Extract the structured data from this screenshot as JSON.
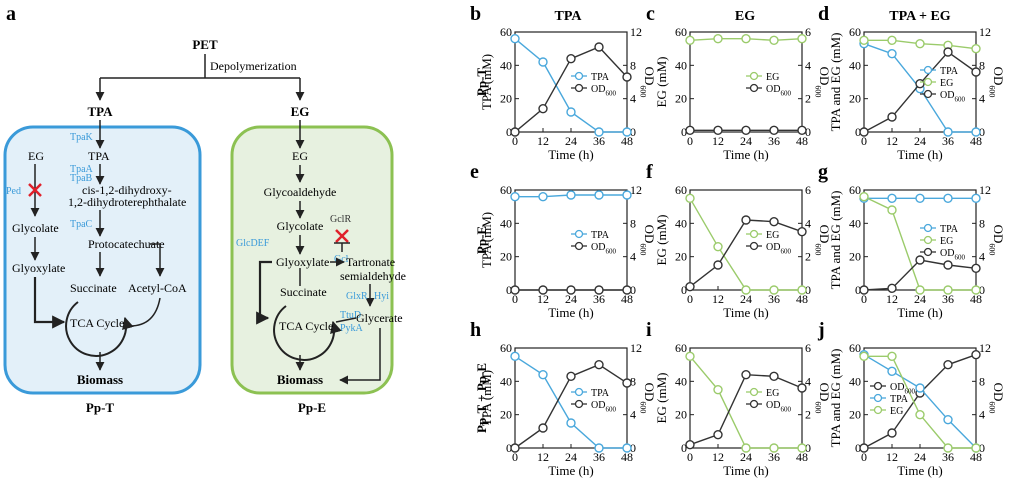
{
  "panel_letters": {
    "a": "a",
    "b": "b",
    "c": "c",
    "d": "d",
    "e": "e",
    "f": "f",
    "g": "g",
    "h": "h",
    "i": "i",
    "j": "j"
  },
  "column_titles": {
    "b": "TPA",
    "c": "EG",
    "d": "TPA + EG"
  },
  "row_titles": {
    "r1": "Pp-T",
    "r2": "Pp-E",
    "r3": "Pp-T + Pp-E"
  },
  "colors": {
    "tpa": "#4AA8DC",
    "eg": "#9BCB6B",
    "od": "#333333",
    "ptBox": "#E3F0F9",
    "ptBorder": "#3A9AD9",
    "peBox": "#E7F1E0",
    "peBorder": "#8CC152",
    "enzyme": "#3A9AD9",
    "knockout": "#E0202A"
  },
  "pathway": {
    "pet": "PET",
    "depolymerization": "Depolymerization",
    "tpa_head": "TPA",
    "eg_head": "EG",
    "pt": {
      "tpak": "TpaK",
      "eg": "EG",
      "tpa": "TPA",
      "tpaa": "TpaA",
      "tpab": "TpaB",
      "ped": "Ped",
      "dihydroxy1": "cis-1,2-dihydroxy-",
      "dihydroxy2": "1,2-dihydroterephthalate",
      "tpac": "TpaC",
      "glycolate": "Glycolate",
      "protocatechuate": "Protocatechuate",
      "glyoxylate": "Glyoxylate",
      "succinate": "Succinate",
      "acetylcoa": "Acetyl-CoA",
      "tca": "TCA Cycle",
      "biomass": "Biomass",
      "label": "Pp-T"
    },
    "pe": {
      "eg": "EG",
      "glycoaldehyde": "Glycoaldehyde",
      "glycolate": "Glycolate",
      "gclr": "GclR",
      "glcdef": "GlcDEF",
      "gcl": "Gcl",
      "glyoxylate": "Glyoxylate",
      "tartronate1": "Tartronate",
      "tartronate2": "semialdehyde",
      "succinate": "Succinate",
      "glxr": "GlxR",
      "hyi": "Hyi",
      "ttud": "TtuD",
      "pyka": "PykA",
      "glycerate": "Glycerate",
      "tca": "TCA Cycle",
      "biomass": "Biomass",
      "label": "Pp-E"
    }
  },
  "chart_data": [
    {
      "id": "b",
      "type": "line",
      "xlabel": "Time (h)",
      "ylabel": "TPA (mM)",
      "y2label": "OD600",
      "x": [
        0,
        12,
        24,
        36,
        48
      ],
      "xlim": [
        0,
        48
      ],
      "ylim": [
        0,
        60
      ],
      "y2lim": [
        0,
        12
      ],
      "yticks": [
        0,
        20,
        40,
        60
      ],
      "y2ticks": [
        0,
        4,
        8,
        12
      ],
      "series": [
        {
          "name": "TPA",
          "axis": "left",
          "color": "tpa",
          "x": [
            0,
            12,
            24,
            36,
            48
          ],
          "y": [
            56,
            42,
            12,
            0,
            0
          ]
        },
        {
          "name": "OD600",
          "axis": "right",
          "color": "od",
          "x": [
            0,
            12,
            24,
            36,
            48
          ],
          "y": [
            0,
            2.8,
            8.8,
            10.2,
            6.6
          ]
        }
      ],
      "legend": "center-right"
    },
    {
      "id": "c",
      "type": "line",
      "xlabel": "Time (h)",
      "ylabel": "EG (mM)",
      "y2label": "OD600",
      "x": [
        0,
        12,
        24,
        36,
        48
      ],
      "xlim": [
        0,
        48
      ],
      "ylim": [
        0,
        60
      ],
      "y2lim": [
        0,
        6
      ],
      "yticks": [
        0,
        20,
        40,
        60
      ],
      "y2ticks": [
        0,
        2,
        4,
        6
      ],
      "series": [
        {
          "name": "EG",
          "axis": "left",
          "color": "eg",
          "x": [
            0,
            12,
            24,
            36,
            48
          ],
          "y": [
            55,
            56,
            56,
            55,
            56
          ]
        },
        {
          "name": "OD600",
          "axis": "right",
          "color": "od",
          "x": [
            0,
            12,
            24,
            36,
            48
          ],
          "y": [
            0.1,
            0.1,
            0.1,
            0.1,
            0.1
          ]
        }
      ],
      "legend": "center-right"
    },
    {
      "id": "d",
      "type": "line",
      "xlabel": "Time (h)",
      "ylabel": "TPA and EG (mM)",
      "y2label": "OD600",
      "x": [
        0,
        12,
        24,
        36,
        48
      ],
      "xlim": [
        0,
        48
      ],
      "ylim": [
        0,
        60
      ],
      "y2lim": [
        0,
        12
      ],
      "yticks": [
        0,
        20,
        40,
        60
      ],
      "y2ticks": [
        0,
        4,
        8,
        12
      ],
      "series": [
        {
          "name": "TPA",
          "axis": "left",
          "color": "tpa",
          "x": [
            0,
            12,
            24,
            36,
            48
          ],
          "y": [
            53,
            47,
            26,
            0,
            0
          ]
        },
        {
          "name": "EG",
          "axis": "left",
          "color": "eg",
          "x": [
            0,
            12,
            24,
            36,
            48
          ],
          "y": [
            55,
            55,
            53,
            52,
            50
          ]
        },
        {
          "name": "OD600",
          "axis": "right",
          "color": "od",
          "x": [
            0,
            12,
            24,
            36,
            48
          ],
          "y": [
            0,
            1.8,
            5.8,
            9.6,
            7.2
          ]
        }
      ],
      "legend": "center-right"
    },
    {
      "id": "e",
      "type": "line",
      "xlabel": "Time (h)",
      "ylabel": "TPA (mM)",
      "y2label": "OD600",
      "x": [
        0,
        12,
        24,
        36,
        48
      ],
      "xlim": [
        0,
        48
      ],
      "ylim": [
        0,
        60
      ],
      "y2lim": [
        0,
        12
      ],
      "yticks": [
        0,
        20,
        40,
        60
      ],
      "y2ticks": [
        0,
        4,
        8,
        12
      ],
      "series": [
        {
          "name": "TPA",
          "axis": "left",
          "color": "tpa",
          "x": [
            0,
            12,
            24,
            36,
            48
          ],
          "y": [
            56,
            56,
            57,
            57,
            57
          ]
        },
        {
          "name": "OD600",
          "axis": "right",
          "color": "od",
          "x": [
            0,
            12,
            24,
            36,
            48
          ],
          "y": [
            0,
            0,
            0,
            0,
            0
          ]
        }
      ],
      "legend": "center-right"
    },
    {
      "id": "f",
      "type": "line",
      "xlabel": "Time (h)",
      "ylabel": "EG (mM)",
      "y2label": "OD600",
      "x": [
        0,
        12,
        24,
        36,
        48
      ],
      "xlim": [
        0,
        48
      ],
      "ylim": [
        0,
        60
      ],
      "y2lim": [
        0,
        6
      ],
      "yticks": [
        0,
        20,
        40,
        60
      ],
      "y2ticks": [
        0,
        2,
        4,
        6
      ],
      "series": [
        {
          "name": "EG",
          "axis": "left",
          "color": "eg",
          "x": [
            0,
            12,
            24,
            36,
            48
          ],
          "y": [
            55,
            26,
            0,
            0,
            0
          ]
        },
        {
          "name": "OD600",
          "axis": "right",
          "color": "od",
          "x": [
            0,
            12,
            24,
            36,
            48
          ],
          "y": [
            0.2,
            1.5,
            4.2,
            4.1,
            3.5
          ]
        }
      ],
      "legend": "center-right"
    },
    {
      "id": "g",
      "type": "line",
      "xlabel": "Time (h)",
      "ylabel": "TPA and EG (mM)",
      "y2label": "OD600",
      "x": [
        0,
        12,
        24,
        36,
        48
      ],
      "xlim": [
        0,
        48
      ],
      "ylim": [
        0,
        60
      ],
      "y2lim": [
        0,
        12
      ],
      "yticks": [
        0,
        20,
        40,
        60
      ],
      "y2ticks": [
        0,
        4,
        8,
        12
      ],
      "series": [
        {
          "name": "TPA",
          "axis": "left",
          "color": "tpa",
          "x": [
            0,
            12,
            24,
            36,
            48
          ],
          "y": [
            55,
            55,
            55,
            55,
            55
          ]
        },
        {
          "name": "EG",
          "axis": "left",
          "color": "eg",
          "x": [
            0,
            12,
            24,
            36,
            48
          ],
          "y": [
            56,
            48,
            0,
            0,
            0
          ]
        },
        {
          "name": "OD600",
          "axis": "right",
          "color": "od",
          "x": [
            0,
            12,
            24,
            36,
            48
          ],
          "y": [
            0,
            0.2,
            3.6,
            3.0,
            2.6
          ]
        }
      ],
      "legend": "center-right"
    },
    {
      "id": "h",
      "type": "line",
      "xlabel": "Time (h)",
      "ylabel": "TPA (mM)",
      "y2label": "OD600",
      "x": [
        0,
        12,
        24,
        36,
        48
      ],
      "xlim": [
        0,
        48
      ],
      "ylim": [
        0,
        60
      ],
      "y2lim": [
        0,
        12
      ],
      "yticks": [
        0,
        20,
        40,
        60
      ],
      "y2ticks": [
        0,
        4,
        8,
        12
      ],
      "series": [
        {
          "name": "TPA",
          "axis": "left",
          "color": "tpa",
          "x": [
            0,
            12,
            24,
            36,
            48
          ],
          "y": [
            55,
            44,
            15,
            0,
            0
          ]
        },
        {
          "name": "OD600",
          "axis": "right",
          "color": "od",
          "x": [
            0,
            12,
            24,
            36,
            48
          ],
          "y": [
            0,
            2.4,
            8.6,
            10.0,
            7.8
          ]
        }
      ],
      "legend": "center-right"
    },
    {
      "id": "i",
      "type": "line",
      "xlabel": "Time (h)",
      "ylabel": "EG (mM)",
      "y2label": "OD600",
      "x": [
        0,
        12,
        24,
        36,
        48
      ],
      "xlim": [
        0,
        48
      ],
      "ylim": [
        0,
        60
      ],
      "y2lim": [
        0,
        6
      ],
      "yticks": [
        0,
        20,
        40,
        60
      ],
      "y2ticks": [
        0,
        2,
        4,
        6
      ],
      "series": [
        {
          "name": "EG",
          "axis": "left",
          "color": "eg",
          "x": [
            0,
            12,
            24,
            36,
            48
          ],
          "y": [
            55,
            35,
            0,
            0,
            0
          ]
        },
        {
          "name": "OD600",
          "axis": "right",
          "color": "od",
          "x": [
            0,
            12,
            24,
            36,
            48
          ],
          "y": [
            0.2,
            0.8,
            4.4,
            4.3,
            3.6
          ]
        }
      ],
      "legend": "center-right"
    },
    {
      "id": "j",
      "type": "line",
      "xlabel": "Time (h)",
      "ylabel": "TPA and EG (mM)",
      "y2label": "OD600",
      "x": [
        0,
        12,
        24,
        36,
        48
      ],
      "xlim": [
        0,
        48
      ],
      "ylim": [
        0,
        60
      ],
      "y2lim": [
        0,
        12
      ],
      "yticks": [
        0,
        20,
        40,
        60
      ],
      "y2ticks": [
        0,
        4,
        8,
        12
      ],
      "series": [
        {
          "name": "OD600",
          "axis": "right",
          "color": "od",
          "x": [
            0,
            12,
            24,
            36,
            48
          ],
          "y": [
            0,
            1.8,
            6.6,
            10.0,
            11.2
          ]
        },
        {
          "name": "TPA",
          "axis": "left",
          "color": "tpa",
          "x": [
            0,
            12,
            24,
            36,
            48
          ],
          "y": [
            56,
            46,
            36,
            17,
            0
          ]
        },
        {
          "name": "EG",
          "axis": "left",
          "color": "eg",
          "x": [
            0,
            12,
            24,
            36,
            48
          ],
          "y": [
            55,
            55,
            20,
            0,
            0
          ]
        }
      ],
      "legend": "center-left"
    }
  ]
}
